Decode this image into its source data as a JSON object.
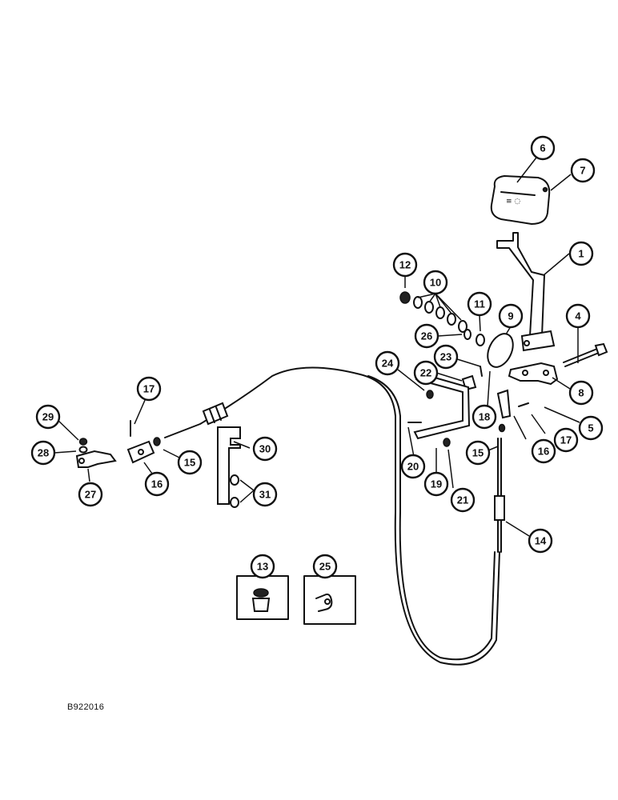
{
  "reference_code": "B922016",
  "callouts": [
    {
      "label": "1"
    },
    {
      "label": "4"
    },
    {
      "label": "5"
    },
    {
      "label": "6"
    },
    {
      "label": "7"
    },
    {
      "label": "8"
    },
    {
      "label": "9"
    },
    {
      "label": "10"
    },
    {
      "label": "11"
    },
    {
      "label": "12"
    },
    {
      "label": "13"
    },
    {
      "label": "14"
    },
    {
      "label": "15"
    },
    {
      "label": "15"
    },
    {
      "label": "16"
    },
    {
      "label": "16"
    },
    {
      "label": "17"
    },
    {
      "label": "17"
    },
    {
      "label": "18"
    },
    {
      "label": "19"
    },
    {
      "label": "20"
    },
    {
      "label": "21"
    },
    {
      "label": "22"
    },
    {
      "label": "23"
    },
    {
      "label": "24"
    },
    {
      "label": "25"
    },
    {
      "label": "26"
    },
    {
      "label": "27"
    },
    {
      "label": "28"
    },
    {
      "label": "29"
    },
    {
      "label": "30"
    },
    {
      "label": "31"
    }
  ]
}
